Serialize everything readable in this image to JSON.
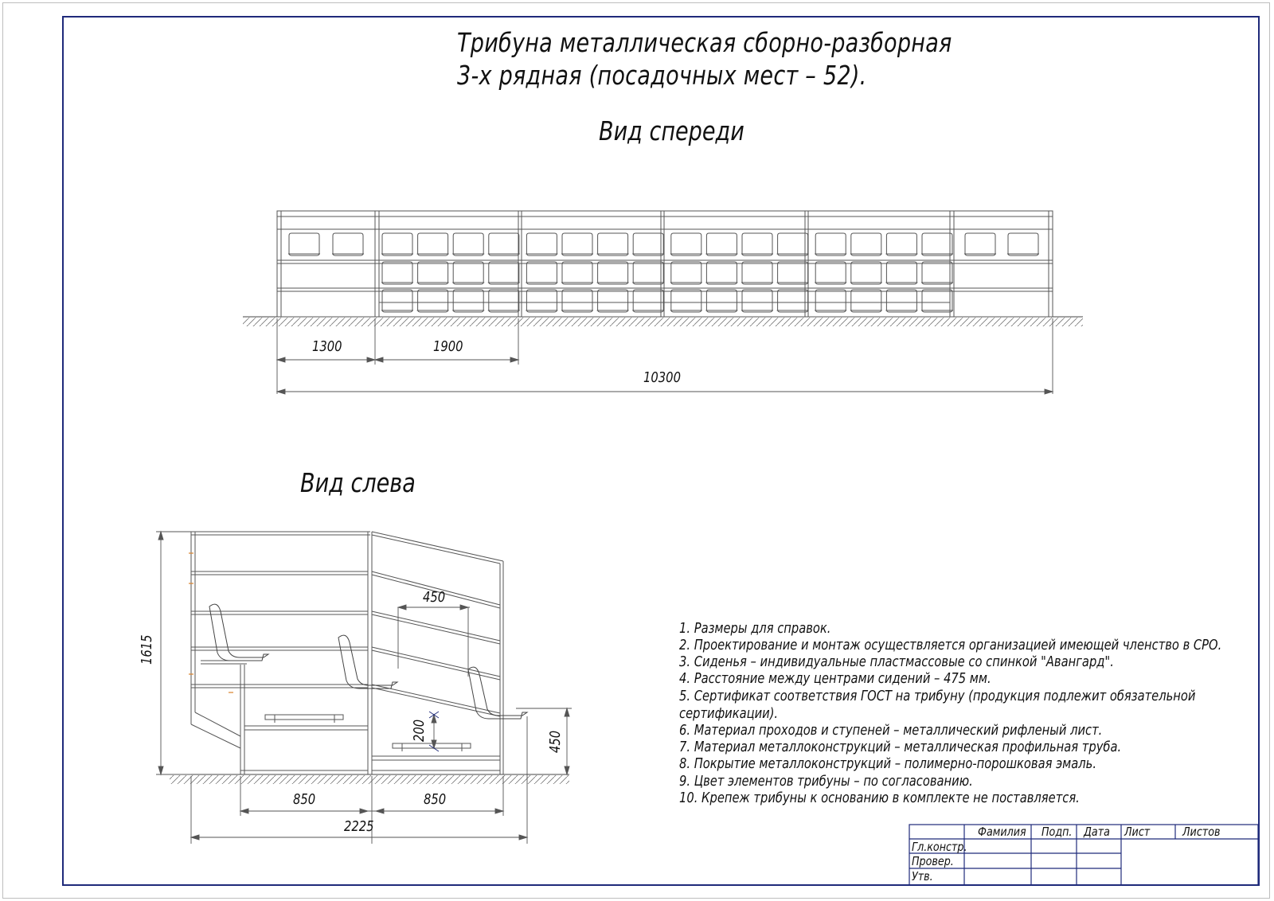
{
  "title": {
    "line1": "Трибуна металлическая сборно-разборная",
    "line2": "3-х рядная (посадочных мест – 52)."
  },
  "front_view": {
    "label": "Вид спереди",
    "dims": {
      "end_section": "1300",
      "mid_section": "1900",
      "total": "10300"
    }
  },
  "side_view": {
    "label": "Вид слева",
    "dims": {
      "height": "1615",
      "row_depth_1": "850",
      "row_depth_2": "850",
      "total_depth": "2225",
      "seat_spacing": "450",
      "step": "200",
      "seat_height": "450"
    }
  },
  "notes": [
    "1.  Размеры для справок.",
    "2.  Проектирование и монтаж осуществляется организацией имеющей членство в СРО.",
    "3.  Сиденья – индивидуальные пластмассовые со спинкой \"Авангард\".",
    "4.  Расстояние между центрами сидений – 475 мм.",
    "5.  Сертификат   соответствия   ГОСТ   на   трибуну   (продукция   подлежит   обязательной",
    "сертификации).",
    "6.  Материал проходов и ступеней – металлический рифленый лист.",
    "7.  Материал металлоконструкций – металлическая профильная труба.",
    "8.  Покрытие металлоконструкций – полимерно-порошковая эмаль.",
    "9.  Цвет элементов трибуны – по согласованию.",
    "10.  Крепеж трибуны к основанию в комплекте не поставляется."
  ],
  "title_block": {
    "headers": [
      "Фамилия",
      "Подп.",
      "Дата",
      "Лист",
      "Листов"
    ],
    "rows": [
      "Гл.констр.",
      "Провер.",
      "Утв."
    ]
  }
}
